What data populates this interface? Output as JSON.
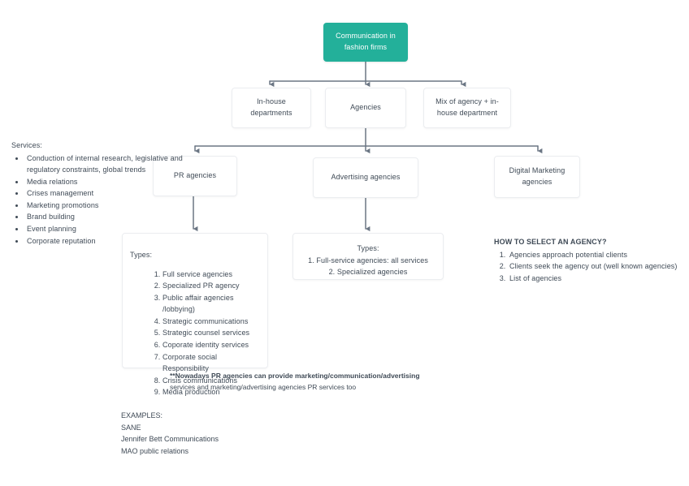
{
  "diagram": {
    "root": {
      "label": "Communication in\nfashion firms"
    },
    "level2": [
      {
        "label": "In-house\ndepartments"
      },
      {
        "label": "Agencies"
      },
      {
        "label": "Mix of agency + in-\nhouse department"
      }
    ],
    "level3": [
      {
        "label": "PR agencies"
      },
      {
        "label": "Advertising agencies"
      },
      {
        "label": "Digital Marketing\nagencies"
      }
    ],
    "services": {
      "heading": "Services:",
      "items": [
        "Conduction of internal research, legislative and regulatory constraints, global trends",
        "Media relations",
        "Crises management",
        "Marketing promotions",
        "Brand building",
        "Event planning",
        "Corporate reputation"
      ]
    },
    "pr_types": {
      "heading": "Types:",
      "items": [
        "Full service agencies",
        "Specialized PR agency",
        "Public affair agencies /lobbying)",
        "Strategic communications",
        "Strategic counsel services",
        "Coporate identity services",
        "Corporate social Responsibility",
        "Crisis communications",
        "Media production"
      ]
    },
    "ad_types": {
      "heading": "Types:",
      "items": [
        "1.  Full-service agencies: all services",
        "2.  Specialized agencies"
      ]
    },
    "how_to_select": {
      "heading": "HOW TO SELECT AN AGENCY?",
      "items": [
        "Agencies approach potential clients",
        "Clients seek the agency out (well known agencies)",
        "List of agencies"
      ]
    },
    "footnote": {
      "line1": "**Nowadays PR agencies can provide marketing/communication/advertising",
      "line2": "services and marketing/advertising agencies PR services too"
    },
    "examples": {
      "heading": "EXAMPLES:",
      "items": [
        "SANE",
        "Jennifer Bett Communications",
        "MAO public relations"
      ]
    },
    "colors": {
      "root_fill": "#23b09a",
      "root_text": "#ffffff",
      "body_text": "#3f4a56",
      "connector": "#6b7684",
      "box_border": "#ebedf0",
      "background": "#ffffff"
    }
  }
}
